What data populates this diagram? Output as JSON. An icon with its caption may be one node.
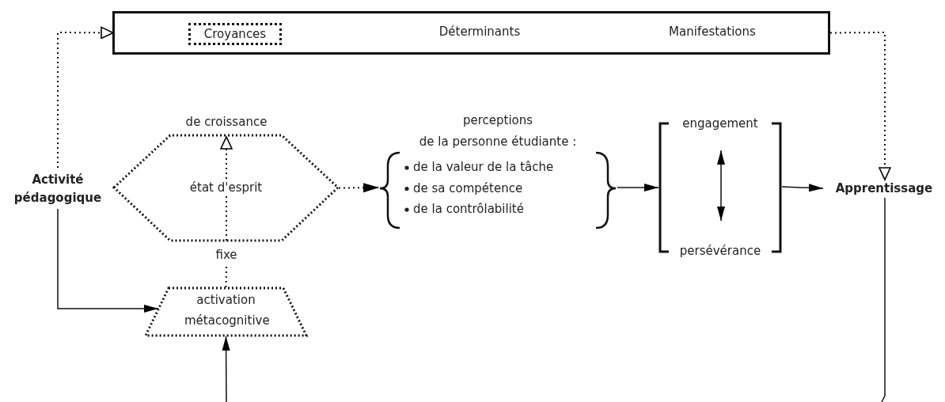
{
  "diagram": {
    "nodes": [
      {
        "text": [
          "Déterminants",
          "Manifestations"
        ]
      },
      {
        "text": [
          "Croyances"
        ],
        "in": 0
      },
      {
        "text": [
          "Activité pédagogique"
        ]
      },
      {
        "text": [
          "état d'esprit"
        ]
      },
      {
        "text": [
          "de croissance"
        ]
      },
      {
        "text": [
          "fixe"
        ]
      },
      {
        "text": [
          "activation métacognitive"
        ]
      },
      {
        "text": [
          "perceptions",
          "de la personne étudiante :",
          "de la valeur de la tâche",
          "de sa compétence",
          "de la contrôlabilité"
        ]
      },
      {
        "text": [
          "engagement",
          "persévérance"
        ]
      },
      {
        "text": [
          "Apprentissage"
        ]
      }
    ],
    "edges": [
      {
        "from": 2,
        "to": 0,
        "arrow": "to",
        "style": "dashed"
      },
      {
        "from": 0,
        "to": 9,
        "arrow": "to",
        "style": "dashed"
      },
      {
        "from": 3,
        "to": 7,
        "arrow": "to",
        "style": "dashed"
      },
      {
        "from": 7,
        "to": 8,
        "arrow": "to"
      },
      {
        "from": 8,
        "to": 9,
        "arrow": "to"
      },
      {
        "from": 2,
        "to": 6,
        "arrow": "to"
      },
      {
        "from": 6,
        "to": 5,
        "arrow": "none",
        "style": "dashed"
      },
      {
        "from": 9,
        "to": null,
        "arrow": "none"
      },
      {
        "from": null,
        "to": 6,
        "arrow": "to"
      }
    ]
  }
}
